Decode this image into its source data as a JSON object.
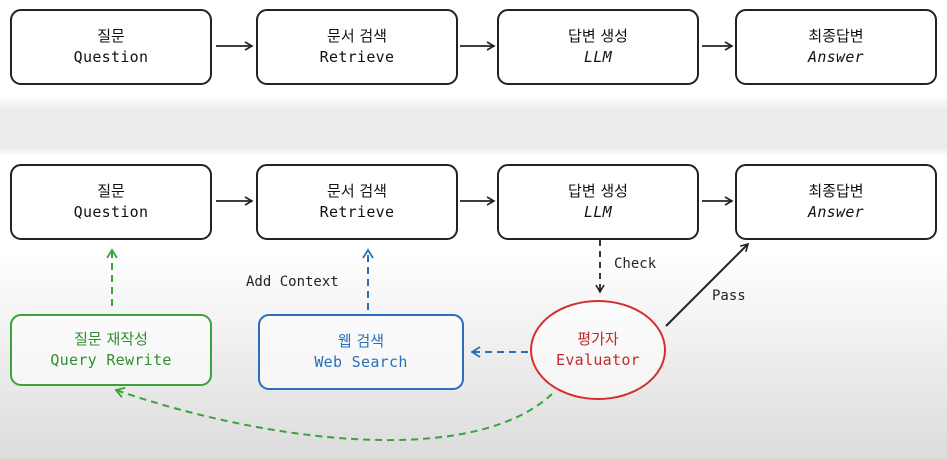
{
  "top_flow": [
    {
      "kr": "질문",
      "en": "Question"
    },
    {
      "kr": "문서 검색",
      "en": "Retrieve"
    },
    {
      "kr": "답변 생성",
      "en": "LLM"
    },
    {
      "kr": "최종답변",
      "en": "Answer"
    }
  ],
  "bottom_flow": [
    {
      "kr": "질문",
      "en": "Question"
    },
    {
      "kr": "문서 검색",
      "en": "Retrieve"
    },
    {
      "kr": "답변 생성",
      "en": "LLM"
    },
    {
      "kr": "최종답변",
      "en": "Answer"
    }
  ],
  "query_rewrite": {
    "kr": "질문 재작성",
    "en": "Query Rewrite"
  },
  "web_search": {
    "kr": "웹 검색",
    "en": "Web Search"
  },
  "evaluator": {
    "kr": "평가자",
    "en": "Evaluator"
  },
  "edge_labels": {
    "add_context": "Add Context",
    "check": "Check",
    "pass": "Pass"
  },
  "colors": {
    "green": "#3aa33a",
    "blue": "#2a6fbd",
    "red": "#d32f2f",
    "ink": "#222222"
  }
}
